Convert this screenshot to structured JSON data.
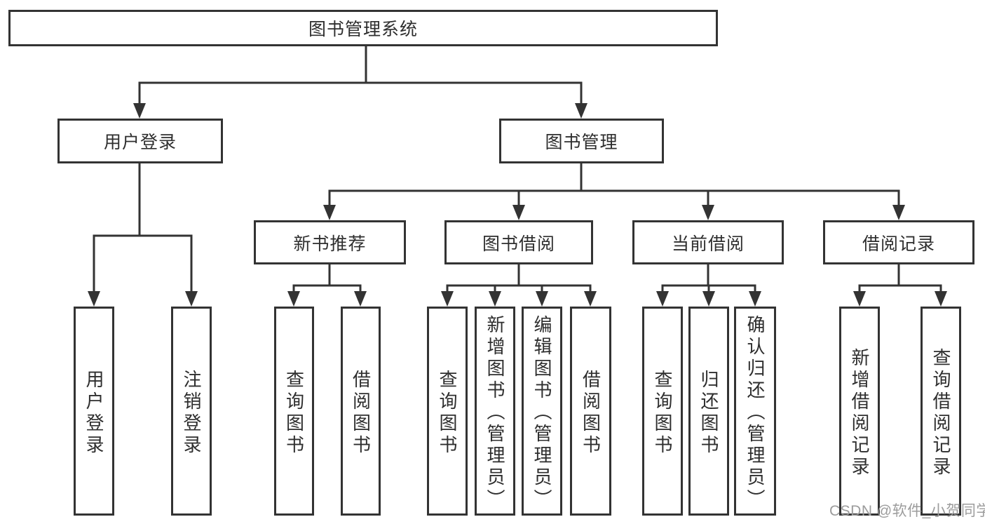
{
  "tree": {
    "label": "图书管理系统",
    "children": [
      {
        "label": "用户登录",
        "children": [
          {
            "label": "用户登录"
          },
          {
            "label": "注销登录"
          }
        ]
      },
      {
        "label": "图书管理",
        "children": [
          {
            "label": "新书推荐",
            "children": [
              {
                "label": "查询图书"
              },
              {
                "label": "借阅图书"
              }
            ]
          },
          {
            "label": "图书借阅",
            "children": [
              {
                "label": "查询图书"
              },
              {
                "label": "新增图书（管理员）"
              },
              {
                "label": "编辑图书（管理员）"
              },
              {
                "label": "借阅图书"
              }
            ]
          },
          {
            "label": "当前借阅",
            "children": [
              {
                "label": "查询图书"
              },
              {
                "label": "归还图书"
              },
              {
                "label": "确认归还（管理员）"
              }
            ]
          },
          {
            "label": "借阅记录",
            "children": [
              {
                "label": "新增借阅记录"
              },
              {
                "label": "查询借阅记录"
              }
            ]
          }
        ]
      }
    ]
  },
  "watermark": {
    "text": "CSDN @软件_小贺同学"
  },
  "colors": {
    "line": "#333333",
    "box_border": "#333333",
    "box_fill": "#ffffff",
    "text": "#2e2e2e",
    "watermark": "#9c9c9c",
    "background": "#ffffff"
  }
}
